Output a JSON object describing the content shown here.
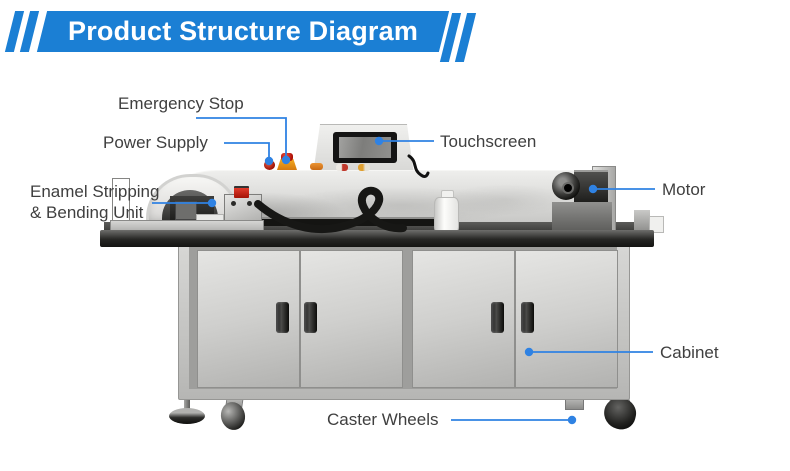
{
  "title": "Product Structure Diagram",
  "colors": {
    "banner_blue": "#1b7fd4",
    "leader_blue": "#2f82e3",
    "label_gray": "#3f3f3f",
    "emergency_red": "#ac0f05",
    "machine_gray": "#d8d8d6"
  },
  "callouts": {
    "emergency_stop": {
      "label": "Emergency Stop"
    },
    "power_supply": {
      "label": "Power Supply"
    },
    "enamel_unit": {
      "label_line1": "Enamel Stripping",
      "label_line2": "& Bending Unit"
    },
    "touchscreen": {
      "label": "Touchscreen"
    },
    "motor": {
      "label": "Motor"
    },
    "cabinet": {
      "label": "Cabinet"
    },
    "caster_wheels": {
      "label": "Caster Wheels"
    }
  }
}
